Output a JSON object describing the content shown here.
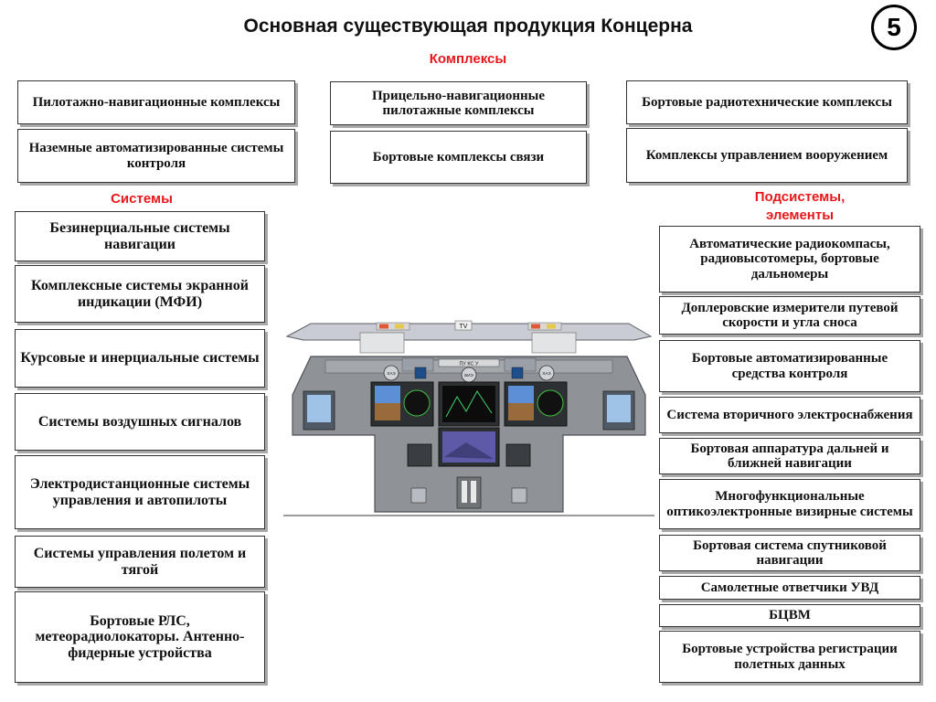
{
  "page_title": "Основная существующая продукция Концерна",
  "page_number": "5",
  "sections": {
    "complexes": "Комплексы",
    "systems": "Системы",
    "subsystems": "Подсистемы, элементы"
  },
  "complexes": [
    "Пилотажно-навигационные комплексы",
    "Прицельно-навигационные пилотажные комплексы",
    "Бортовые радиотехнические комплексы",
    "Наземные автоматизированные системы контроля",
    "Бортовые комплексы связи",
    "Комплексы управлением вооружением"
  ],
  "systems": [
    "Безинерциальные системы навигации",
    "Комплексные системы экранной индикации (МФИ)",
    "Курсовые и инерциальные системы",
    "Системы воздушных сигналов",
    "Электродистанционные системы управления и автопилоты",
    "Системы управления полетом и тягой",
    "Бортовые РЛС, метеорадиолокаторы. Антенно-фидерные устройства"
  ],
  "subsystems": [
    "Автоматические радиокомпасы, радиовысотомеры, бортовые дальномеры",
    "Доплеровские измерители путевой скорости и угла сноса",
    "Бортовые автоматизированные средства контроля",
    "Система вторичного электроснабжения",
    "Бортовая аппаратура дальней и ближней навигации",
    "Многофункциональные оптикоэлектронные визирные системы",
    "Бортовая система спутниковой навигации",
    "Самолетные ответчики УВД",
    "БЦВМ",
    "Бортовые устройства регистрации полетных данных"
  ],
  "cockpit_labels": {
    "hud": "TV",
    "center_panel": "ПУ КС У",
    "left_gauge": "ХАЭ",
    "center_gauge": "БИЭ",
    "right_gauge": "ХАЭ"
  }
}
